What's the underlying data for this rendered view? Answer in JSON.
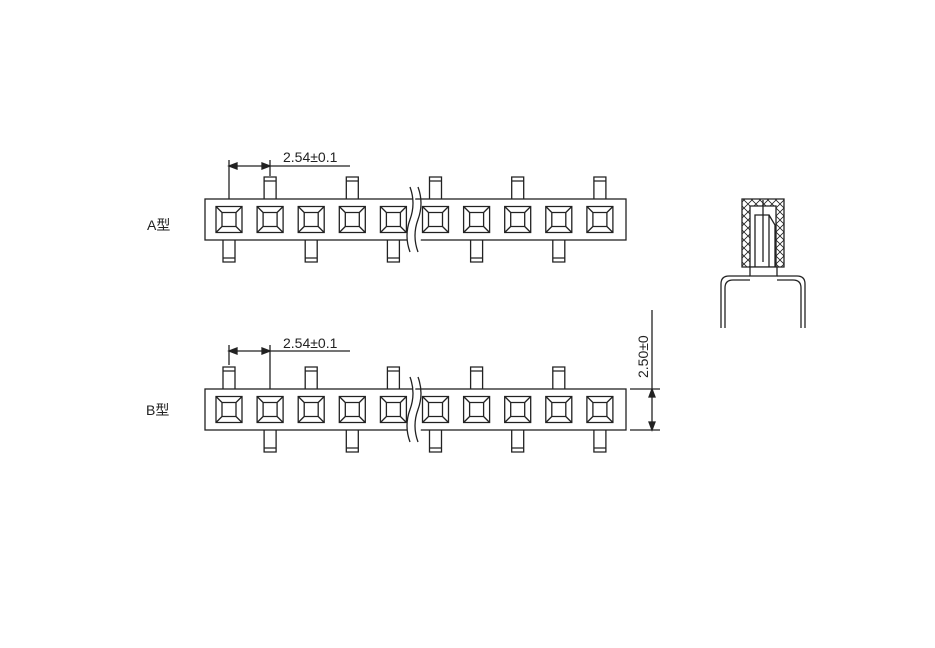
{
  "labels": {
    "type_a": "A型",
    "type_b": "B型"
  },
  "dimensions": {
    "pitch_a": "2.54±0.1",
    "pitch_b": "2.54±0.1",
    "height_b": "2.50±0"
  },
  "contacts_per_row": 10,
  "colors": {
    "line": "#222222",
    "background": "#ffffff"
  }
}
